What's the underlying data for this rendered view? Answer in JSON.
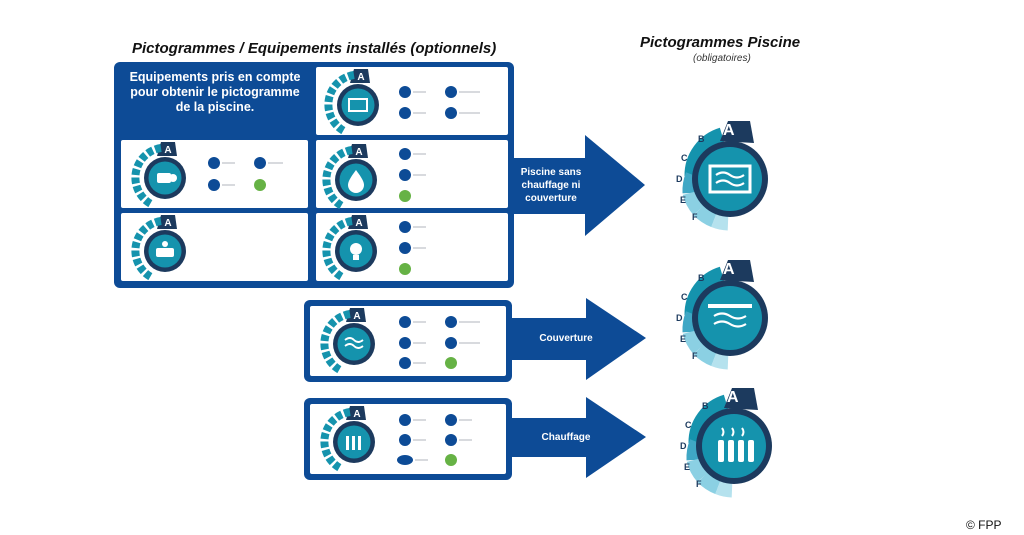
{
  "left_title": "Pictogrammes / Equipements installés (optionnels)",
  "right_title": "Pictogrammes Piscine",
  "right_subtitle": "(obligatoires)",
  "intro_text": "Equipements pris en compte pour obtenir le pictogramme de la piscine.",
  "arrows": [
    {
      "label": "Piscine sans chauffage ni couverture"
    },
    {
      "label": "Couverture"
    },
    {
      "label": "Chauffage"
    }
  ],
  "badge_letter": "A",
  "scale_letters": [
    "B",
    "C",
    "D",
    "E",
    "F"
  ],
  "copyright": "© FPP",
  "colors": {
    "navy": "#0d4b96",
    "dark_navy": "#1c3a5e",
    "teal": "#1593ad",
    "light_teal": "#7fd0e6",
    "green": "#66b245",
    "white": "#ffffff"
  },
  "icons": {
    "pool": "pool-basin-icon",
    "covered_pool": "covered-pool-icon",
    "heated_pool": "heated-pool-icon",
    "pump": "filtration-pump-icon",
    "water_drop": "water-treatment-icon",
    "light": "pool-lighting-icon",
    "robot": "pool-cleaner-robot-icon",
    "lightning": "electricity-icon",
    "moon": "night-mode-icon",
    "sound": "noise-icon",
    "leaf": "eco-label-icon"
  }
}
